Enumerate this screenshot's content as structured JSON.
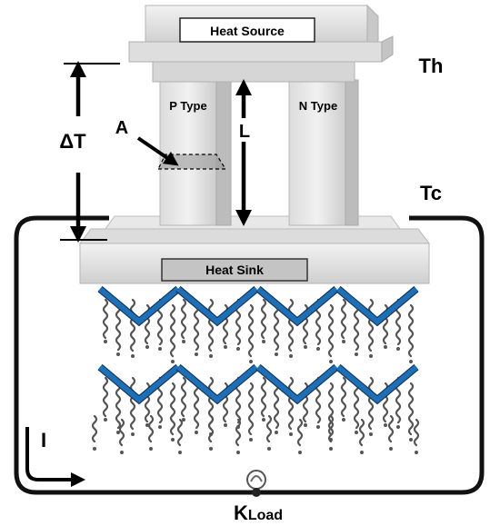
{
  "labels": {
    "heat_source": "Heat Source",
    "heat_sink": "Heat Sink",
    "p_type": "P Type",
    "n_type": "N Type",
    "th": "Th",
    "tc": "Tc",
    "delta_t": "ΔT",
    "area": "A",
    "length": "L",
    "current": "I",
    "load_main": "K",
    "load_sub": "Load"
  },
  "colors": {
    "background": "#ffffff",
    "metal_light": "#e9e9e9",
    "metal_mid": "#d4d4d4",
    "metal_dark": "#a9a9a9",
    "circuit": "#111111",
    "heat_wave": "#1f6fb5",
    "heat_wave_edge": "#0d2f5a",
    "heat_squiggle": "#555555"
  },
  "icons": {
    "arrows": "arrow-icon",
    "heat_waves": "heat-wave-icon",
    "load": "load-icon"
  }
}
